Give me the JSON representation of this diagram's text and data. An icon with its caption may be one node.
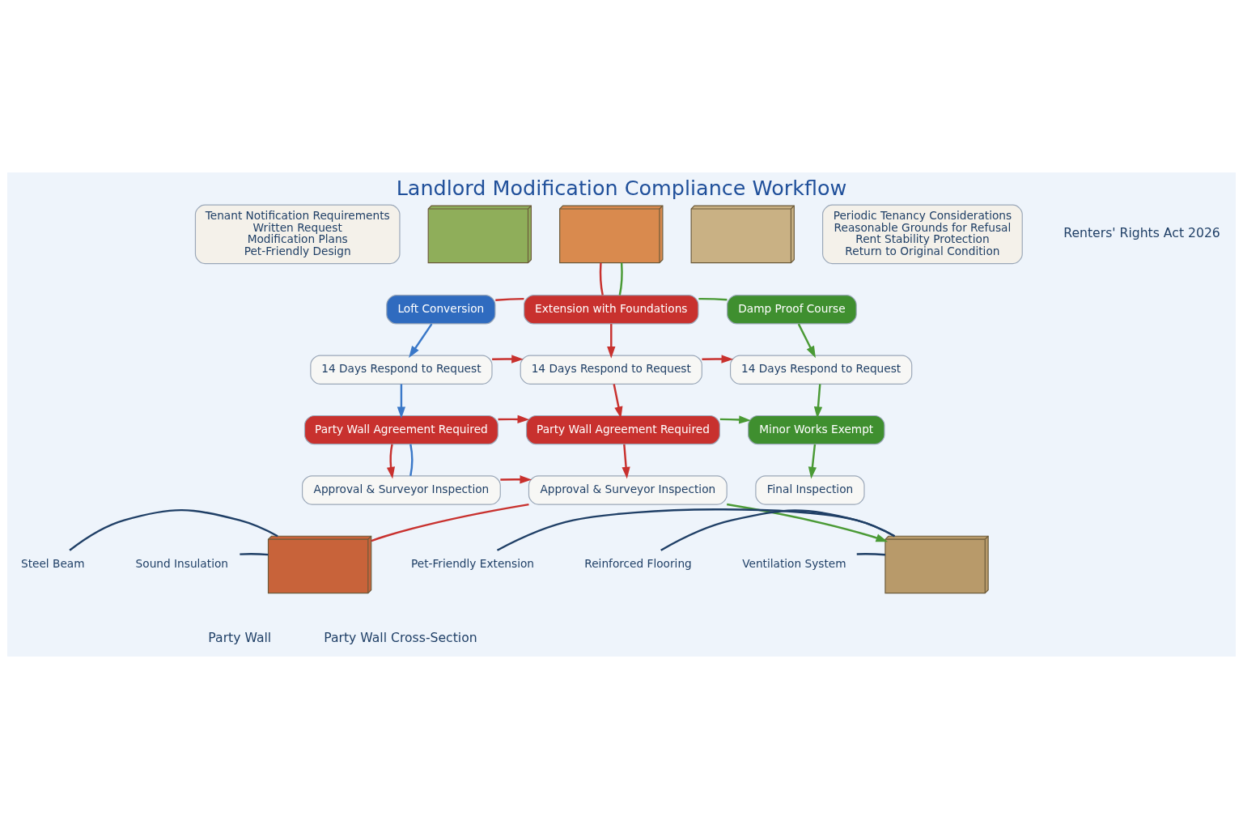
{
  "diagram": {
    "title": "Landlord Modification Compliance Workflow",
    "nodes": [
      {
        "text": [
          "Tenant Notification Requirements",
          "Written Request",
          "Modification Plans",
          "Pet-Friendly Design"
        ]
      },
      {
        "text": [
          "Periodic Tenancy Considerations",
          "Reasonable Grounds for Refusal",
          "Rent Stability Protection",
          "Return to Original Condition"
        ]
      },
      {
        "text": [],
        "shape": "picture"
      },
      {
        "text": [],
        "shape": "picture"
      },
      {
        "text": [],
        "shape": "picture"
      },
      {
        "text": [
          "Loft Conversion"
        ]
      },
      {
        "text": [
          "Extension with Foundations"
        ]
      },
      {
        "text": [
          "Damp Proof Course"
        ]
      },
      {
        "text": [
          "14 Days Respond to Request"
        ]
      },
      {
        "text": [
          "14 Days Respond to Request"
        ]
      },
      {
        "text": [
          "14 Days Respond to Request"
        ]
      },
      {
        "text": [
          "Party Wall Agreement Required"
        ]
      },
      {
        "text": [
          "Party Wall Agreement Required"
        ]
      },
      {
        "text": [
          "Minor Works Exempt"
        ]
      },
      {
        "text": [
          "Approval & Surveyor Inspection"
        ]
      },
      {
        "text": [
          "Approval & Surveyor Inspection"
        ]
      },
      {
        "text": [
          "Final Inspection"
        ]
      },
      {
        "text": [],
        "shape": "picture"
      },
      {
        "text": [],
        "shape": "picture"
      },
      {
        "text": [
          "Steel Beam"
        ]
      },
      {
        "text": [
          "Sound Insulation"
        ]
      },
      {
        "text": [
          "Pet-Friendly Extension"
        ]
      },
      {
        "text": [
          "Reinforced Flooring"
        ]
      },
      {
        "text": [
          "Ventilation System"
        ]
      }
    ],
    "edges": [
      {
        "from": 5,
        "to": 6,
        "arrow": "none"
      },
      {
        "from": 6,
        "to": 7,
        "arrow": "none",
        "color": "#4a9a35"
      },
      {
        "from": 3,
        "to": 6,
        "arrow": "none"
      },
      {
        "from": 3,
        "to": 6,
        "arrow": "none",
        "color": "#4a9a35"
      },
      {
        "from": 5,
        "to": 8,
        "arrow": "to",
        "color": "#3a78c8"
      },
      {
        "from": 6,
        "to": 9,
        "arrow": "to"
      },
      {
        "from": 7,
        "to": 10,
        "arrow": "to",
        "color": "#4a9a35"
      },
      {
        "from": 8,
        "to": 9,
        "arrow": "to"
      },
      {
        "from": 9,
        "to": 10,
        "arrow": "to"
      },
      {
        "from": 8,
        "to": 11,
        "arrow": "to",
        "color": "#3a78c8"
      },
      {
        "from": 9,
        "to": 12,
        "arrow": "to"
      },
      {
        "from": 10,
        "to": 13,
        "arrow": "to",
        "color": "#4a9a35"
      },
      {
        "from": 11,
        "to": 12,
        "arrow": "to"
      },
      {
        "from": 12,
        "to": 13,
        "arrow": "to",
        "color": "#4a9a35"
      },
      {
        "from": 11,
        "to": 14,
        "arrow": "to"
      },
      {
        "from": 11,
        "to": 14,
        "arrow": "none",
        "color": "#3a78c8"
      },
      {
        "from": 12,
        "to": 15,
        "arrow": "to"
      },
      {
        "from": 13,
        "to": 16,
        "arrow": "to",
        "color": "#4a9a35"
      },
      {
        "from": 14,
        "to": 15,
        "arrow": "to"
      },
      {
        "from": 15,
        "to": 17,
        "arrow": "none"
      },
      {
        "from": 15,
        "to": 18,
        "arrow": "to",
        "color": "#4a9a35"
      },
      {
        "from": 19,
        "to": 17,
        "arrow": "none",
        "color": "#1f3f66"
      },
      {
        "from": 20,
        "to": 17,
        "arrow": "none",
        "color": "#1f3f66"
      },
      {
        "from": 21,
        "to": 18,
        "arrow": "none",
        "color": "#1f3f66"
      },
      {
        "from": 22,
        "to": 18,
        "arrow": "none",
        "color": "#1f3f66"
      },
      {
        "from": 23,
        "to": 18,
        "arrow": "none",
        "color": "#1f3f66"
      }
    ],
    "labels": [
      "Renters' Rights Act 2026",
      "Party Wall",
      "Party Wall Cross-Section"
    ]
  }
}
